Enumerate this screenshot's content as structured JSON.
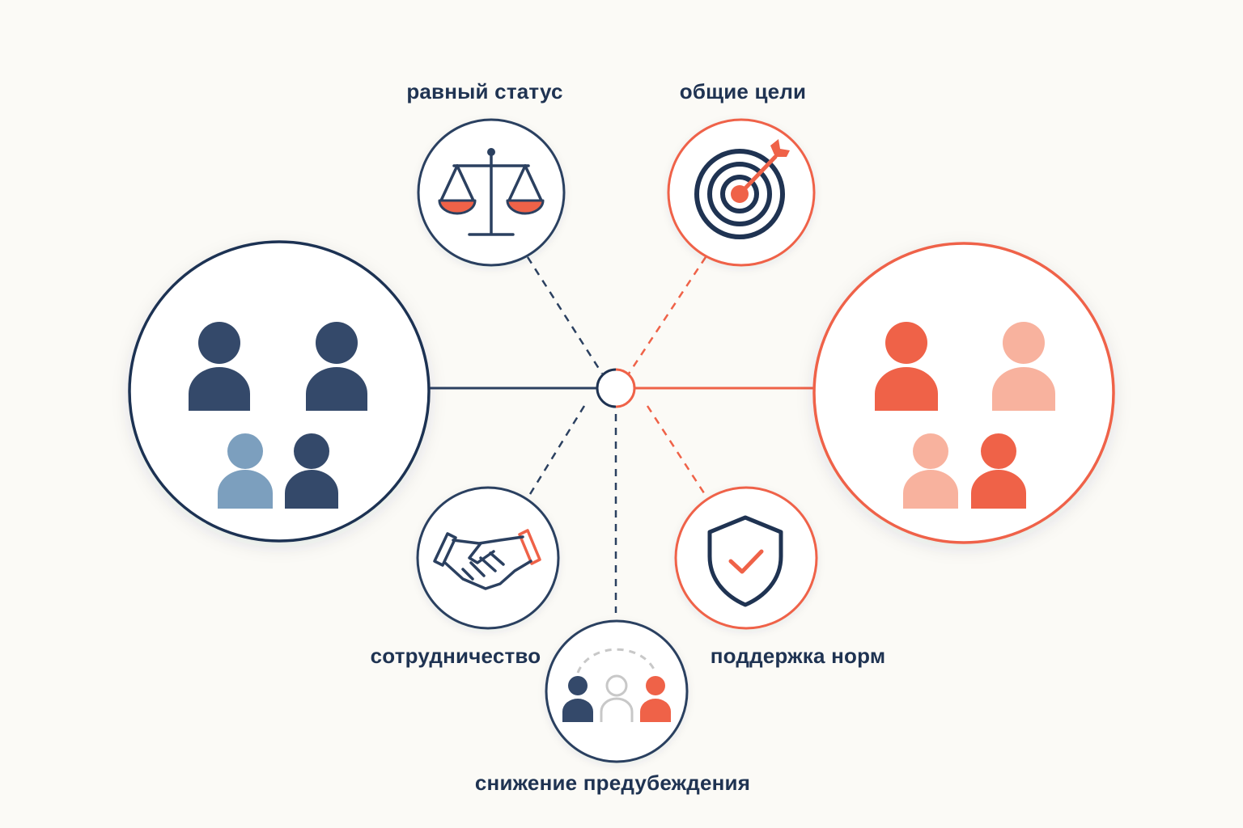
{
  "labels": {
    "equal_status": "равный статус",
    "common_goals": "общие цели",
    "cooperation": "сотрудничество",
    "norm_support": "поддержка норм",
    "prejudice_reduction": "снижение предубеждения"
  },
  "colors": {
    "navy": "#1f3352",
    "navy_person": "#34496a",
    "light_blue_person": "#7c9fbe",
    "coral": "#ef6248",
    "coral_light": "#f8b29e",
    "gray_person": "#c8c8c8",
    "background": "#fbfaf6"
  },
  "icons": {
    "group_a": "people-group-icon",
    "group_b": "people-group-icon",
    "equal_status": "balance-scale-icon",
    "common_goals": "target-arrow-icon",
    "cooperation": "handshake-icon",
    "norm_support": "shield-check-icon",
    "prejudice_reduction": "people-bridge-icon"
  }
}
